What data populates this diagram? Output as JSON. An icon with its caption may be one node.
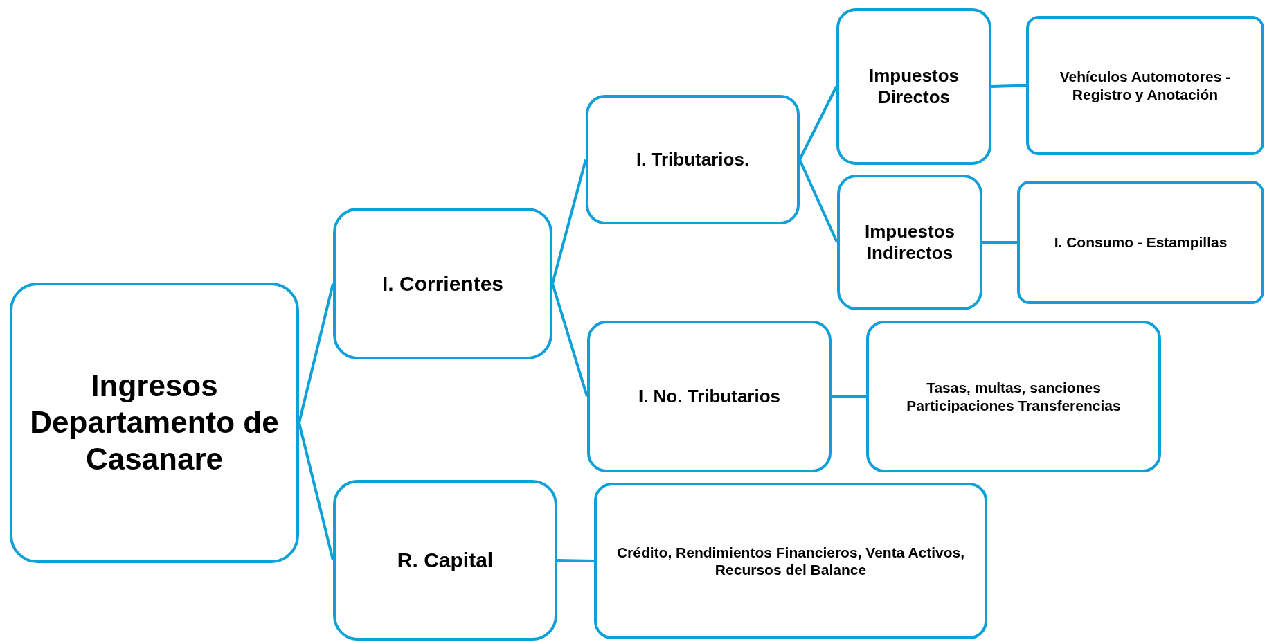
{
  "diagram": {
    "nodes": [
      {
        "text": [
          "Ingresos Departamento de Casanare"
        ]
      },
      {
        "text": [
          "I. Corrientes"
        ]
      },
      {
        "text": [
          "R. Capital"
        ]
      },
      {
        "text": [
          "I. Tributarios."
        ]
      },
      {
        "text": [
          "I. No. Tributarios"
        ]
      },
      {
        "text": [
          "Impuestos Directos"
        ]
      },
      {
        "text": [
          "Impuestos Indirectos"
        ]
      },
      {
        "text": [
          "Vehículos Automotores - Registro y Anotación"
        ]
      },
      {
        "text": [
          "I. Consumo - Estampillas"
        ]
      },
      {
        "text": [
          "Tasas, multas, sanciones Participaciones Transferencias"
        ]
      },
      {
        "text": [
          "Crédito, Rendimientos Financieros, Venta Activos, Recursos del Balance"
        ]
      }
    ],
    "edges": [
      {
        "from": 0,
        "to": 1,
        "arrow": "none"
      },
      {
        "from": 0,
        "to": 2,
        "arrow": "none"
      },
      {
        "from": 1,
        "to": 3,
        "arrow": "none"
      },
      {
        "from": 1,
        "to": 4,
        "arrow": "none"
      },
      {
        "from": 3,
        "to": 5,
        "arrow": "none"
      },
      {
        "from": 3,
        "to": 6,
        "arrow": "none"
      },
      {
        "from": 5,
        "to": 7,
        "arrow": "none"
      },
      {
        "from": 6,
        "to": 8,
        "arrow": "none"
      },
      {
        "from": 4,
        "to": 9,
        "arrow": "none"
      },
      {
        "from": 2,
        "to": 10,
        "arrow": "none"
      }
    ]
  }
}
